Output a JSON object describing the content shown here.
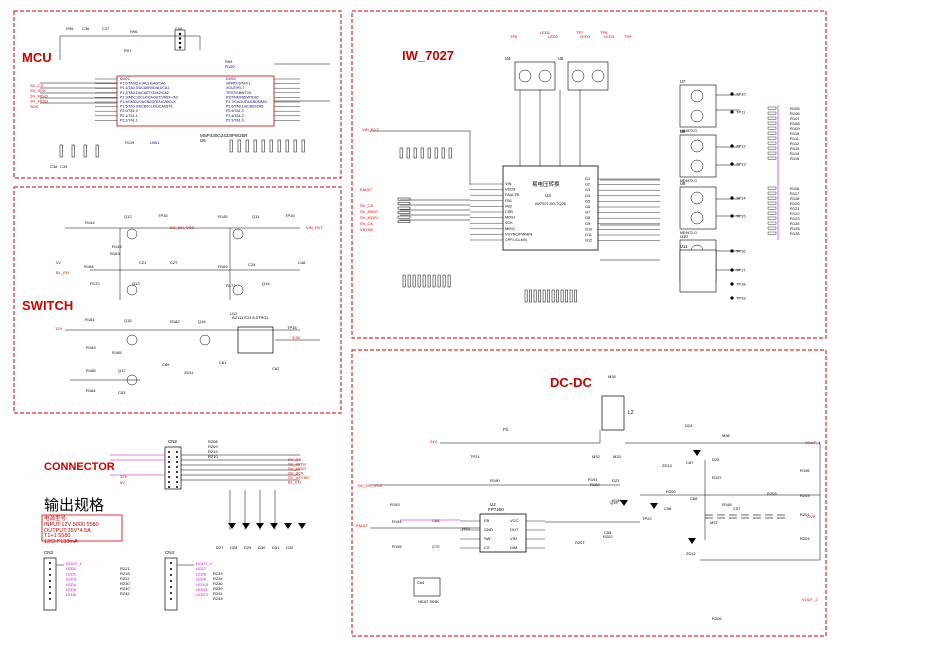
{
  "sections": {
    "mcu": "MCU",
    "switch": "SWITCH",
    "connector": "CONNECTOR",
    "iw7027": "IW_7027",
    "dcdc": "DC-DC"
  },
  "spec": {
    "title": "输出规格",
    "lines": [
      "电源型号:",
      "INPUT:12V 5000 5580",
      "OUTPUT:35V*4.5A",
      "T1+1 5580",
      "12CH*130mA"
    ]
  },
  "mcu": {
    "chip_name": "MSP430G2433IPW20R",
    "chip_ref": "U6",
    "pins_left": [
      "DVCC",
      "P1.0/TA0CLK/ACLK/A0/CA0",
      "P1.1/TA0.0/UCA0RXD/A1/CA1",
      "P1.2/TA0.1/UCA0TXD/A2/CA2",
      "P1.3/ADC10CLK/CAOUT/VREF-/A3",
      "P1.4/SMCLK/UCB0STE/UCA0CLK",
      "P1.5/TA0.0/UCB0CLK/UCA0STE",
      "P2.0/TA1.0",
      "P2.1/TA1.1",
      "P2.2/TA1.1"
    ],
    "pins_right": [
      "DVSS",
      "XIN/P2.6/TA0.1",
      "XOUT/P2.7",
      "TEST/SBWTCK",
      "RST/NMI/SBWTDIO",
      "P1.7/CAOUT/UCB0SIMO",
      "P1.6/TA0.1/UCB0SOMI",
      "P2.5/TA1.2",
      "P2.4/TA1.2",
      "P2.3/TA1.0"
    ],
    "nets_left": [
      "SV_CS",
      "SV_SCK",
      "SV_MISO",
      "SV_MOSI",
      "SCK"
    ],
    "parts": [
      "R95",
      "C36",
      "C37",
      "R96",
      "R97",
      "CN1",
      "R99",
      "R100",
      "R119",
      "LB01",
      "C38",
      "C39"
    ]
  },
  "iw7027": {
    "chip_name": "IW7027-00-TQ26",
    "chip_ref": "U3",
    "chip_text": "易电压转换",
    "pins_left": [
      "VIN",
      "VDD5",
      "FAULTB",
      "FB1",
      "FB2",
      "CSB",
      "MOSI",
      "SCK",
      "MISO",
      "VSYNC/PWMIN",
      "CPFL/CLKIN"
    ],
    "pins_right": [
      "G1",
      "G2",
      "G3",
      "G4",
      "G5",
      "G6",
      "G7",
      "G8",
      "G9",
      "G10",
      "G11",
      "G12"
    ],
    "mosfets": [
      "U7",
      "U8",
      "U9",
      "U10",
      "U11",
      "U4",
      "U5"
    ],
    "mosfet_model": "ME4972-G",
    "testpoints": [
      "TP10",
      "TP11",
      "TP12",
      "TP13",
      "TP14",
      "TP15",
      "TP16",
      "TP17",
      "TP18",
      "TP19"
    ],
    "resistor_bank": [
      "R105",
      "R106",
      "R107",
      "R108",
      "R109",
      "R110",
      "R111",
      "R112",
      "R113",
      "R114",
      "R115",
      "R116",
      "R117",
      "R118",
      "R120",
      "R121",
      "R122",
      "R123",
      "R124",
      "R125",
      "R126"
    ],
    "top_parts": [
      "TP6",
      "LED1",
      "LED2",
      "TP7",
      "LED3",
      "TP8",
      "LED4",
      "TP9"
    ],
    "nets": [
      "VIN_FILT",
      "FAULT",
      "SV_CS",
      "SV_MISO",
      "SV_MOSI",
      "SV_CK",
      "VSYNC"
    ]
  },
  "switch": {
    "parts": [
      "R144",
      "Q12",
      "TP15",
      "R143",
      "R163",
      "R168",
      "R170",
      "C21",
      "C27",
      "Q13",
      "R145",
      "Q11",
      "TP16",
      "R169",
      "R171",
      "C24",
      "C48",
      "Q14",
      "R181",
      "Q15",
      "R182",
      "Q16",
      "U12",
      "TP18",
      "R183",
      "R185",
      "R186",
      "Q17",
      "C63",
      "R184",
      "C69",
      "ZD11",
      "C61",
      "C62"
    ],
    "chip": "AZ1117CH-5.0TRG1",
    "nets": [
      "DC_DC_VCC",
      "VIN_FILT",
      "BL_EN",
      "5V",
      "12V",
      "3.3V"
    ]
  },
  "connector": {
    "cn2": "CN2",
    "cn3": "CN3",
    "cn4": "CN4",
    "nets": [
      "SV_CS",
      "SV_MOSI",
      "SV_MISO",
      "SV_SCK",
      "SV_VSYNC",
      "BL_EN",
      "12V",
      "5V"
    ],
    "labels_cn3": [
      "DOUT_1",
      "LED1",
      "LED2",
      "LED3",
      "LED4",
      "LED5",
      "LED6"
    ],
    "labels_cn4": [
      "DOUT_2",
      "LED7",
      "LED8",
      "LED9",
      "LED10",
      "LED11",
      "LED12"
    ],
    "res": [
      "R221",
      "R218",
      "R222",
      "R230",
      "R240",
      "R242",
      "R233",
      "R234",
      "R236",
      "R239",
      "R241",
      "R243"
    ],
    "diodes": [
      "D27",
      "D28",
      "D29",
      "D30",
      "D31",
      "D32"
    ],
    "res_top": [
      "R208",
      "R209",
      "R213",
      "R210"
    ]
  },
  "dcdc": {
    "chip_name": "FP7400",
    "chip_ref": "U2",
    "chip_pins_left": [
      "FB",
      "GND",
      "SW",
      "CS"
    ],
    "chip_pins_right": [
      "VCC",
      "OUT",
      "VIN",
      "DIM"
    ],
    "inductor": "L2",
    "fuse": "F3",
    "parts": [
      "M34",
      "TP21",
      "M32",
      "M33",
      "R190",
      "R193",
      "R194",
      "R195",
      "C70",
      "R191",
      "R192",
      "D23",
      "D24",
      "D25",
      "Q19",
      "R199",
      "R200",
      "C67",
      "C68",
      "R197",
      "R198",
      "C56",
      "C57",
      "C58",
      "R201",
      "R202",
      "TP22",
      "ZD12",
      "ZD13",
      "M36",
      "M37",
      "R207",
      "C64",
      "C65",
      "HS3",
      "R196",
      "R203",
      "R204",
      "R205",
      "R206"
    ],
    "heatsink": "HEAT SINK",
    "nets": [
      "DC_DC_VCC",
      "FAULT",
      "24V",
      "VOUT_1",
      "VOUT_2",
      "OVP"
    ]
  },
  "colors": {
    "frame": "#cc0000",
    "wire": "#000000",
    "net": "#cc0000",
    "label": "#cc0000",
    "title": "#cc0000",
    "spec_box": "#cc0000",
    "part_text": "#000066",
    "magenta": "#cc00cc"
  }
}
